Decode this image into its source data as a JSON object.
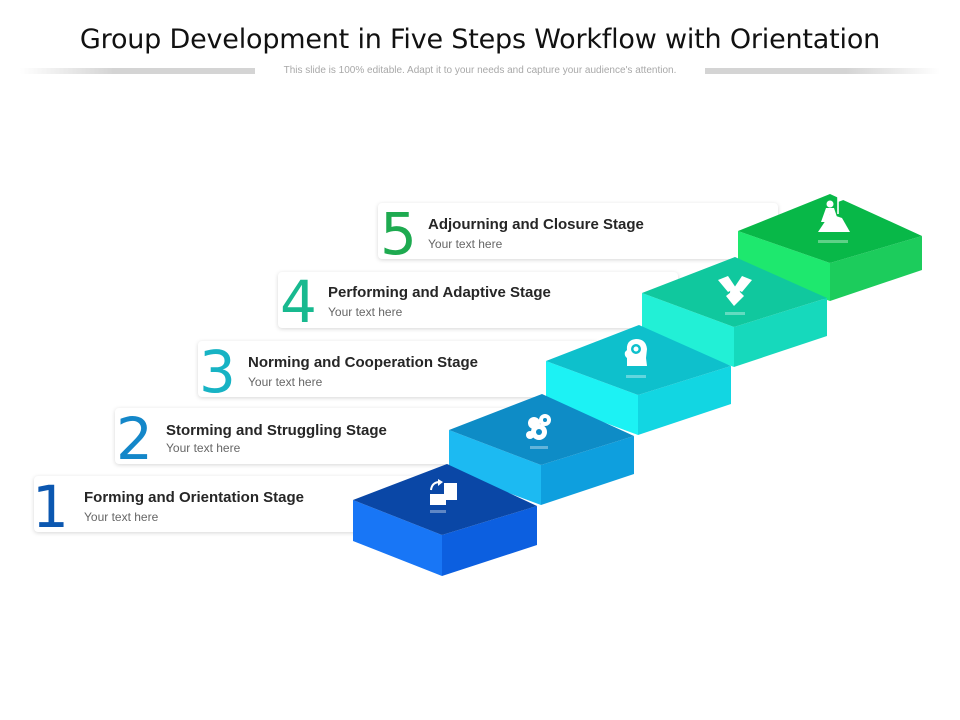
{
  "title": "Group Development in Five Steps Workflow with Orientation",
  "subtitle": "This slide is 100% editable. Adapt it to your needs and capture your audience's attention.",
  "steps": [
    {
      "number": "1",
      "title": "Forming and Orientation Stage",
      "text": "Your text here",
      "color": "#0b57b0",
      "icon": "puzzle-blocks-icon"
    },
    {
      "number": "2",
      "title": "Storming and Struggling Stage",
      "text": "Your text here",
      "color": "#1487c9",
      "icon": "brain-gears-icon"
    },
    {
      "number": "3",
      "title": "Norming and Cooperation Stage",
      "text": "Your text here",
      "color": "#17b3c4",
      "icon": "head-target-icon"
    },
    {
      "number": "4",
      "title": "Performing and Adaptive Stage",
      "text": "Your text here",
      "color": "#18b98f",
      "icon": "handshake-icon"
    },
    {
      "number": "5",
      "title": "Adjourning and Closure Stage",
      "text": "Your text here",
      "color": "#1eaa50",
      "icon": "climber-flag-icon"
    }
  ]
}
